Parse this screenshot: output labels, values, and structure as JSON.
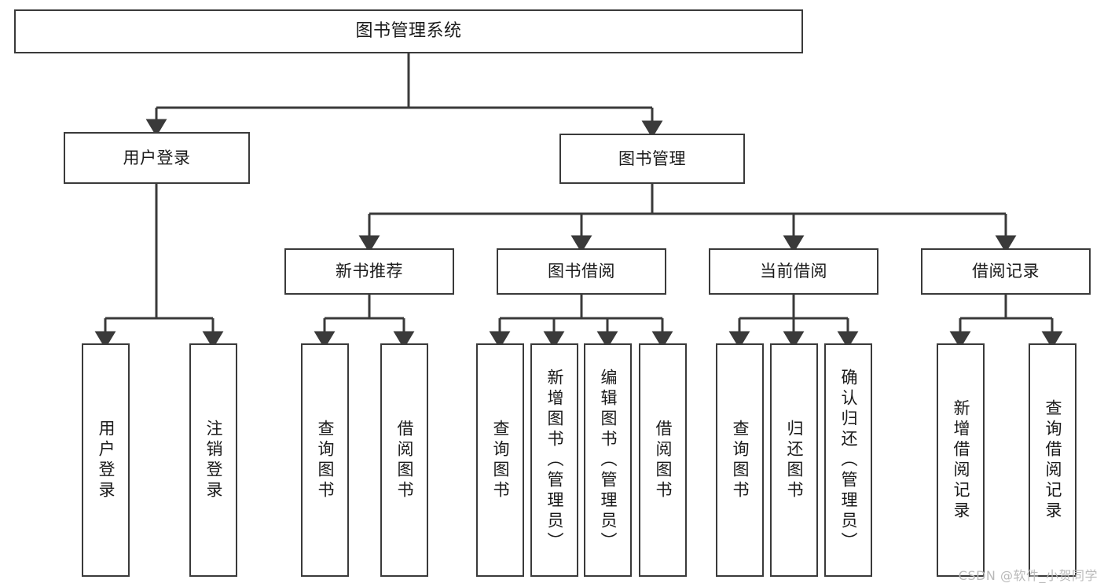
{
  "diagram": {
    "title": "图书管理系统",
    "type": "tree-hierarchy",
    "orientation": "top-down",
    "line_color": "#3a3a3a",
    "box_fill": "#ffffff",
    "text_color": "#1a1a1a"
  },
  "watermark": {
    "text": "CSDN @软件_小贺同学",
    "color": "#b9b9b9"
  },
  "nodes": {
    "root": {
      "label": "图书管理系统"
    },
    "level2": [
      {
        "label": "用户登录"
      },
      {
        "label": "图书管理"
      }
    ],
    "level3": [
      {
        "label": "新书推荐"
      },
      {
        "label": "图书借阅"
      },
      {
        "label": "当前借阅"
      },
      {
        "label": "借阅记录"
      }
    ],
    "leaves": {
      "user_login": [
        {
          "label": "用户登录"
        },
        {
          "label": "注销登录"
        }
      ],
      "new_book_recommend": [
        {
          "label": "查询图书"
        },
        {
          "label": "借阅图书"
        }
      ],
      "book_borrow": [
        {
          "label": "查询图书"
        },
        {
          "label": "新增图书（管理员）"
        },
        {
          "label": "编辑图书（管理员）"
        },
        {
          "label": "借阅图书"
        }
      ],
      "current_borrow": [
        {
          "label": "查询图书"
        },
        {
          "label": "归还图书"
        },
        {
          "label": "确认归还（管理员）"
        }
      ],
      "borrow_record": [
        {
          "label": "新增借阅记录"
        },
        {
          "label": "查询借阅记录"
        }
      ]
    }
  }
}
